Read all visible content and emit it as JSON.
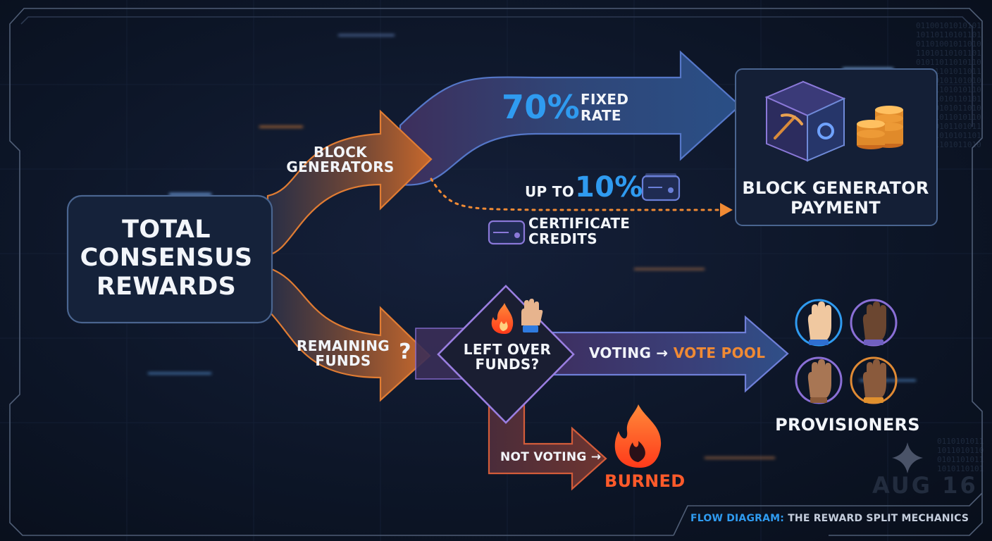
{
  "diagram": {
    "source": {
      "label": "TOTAL CONSENSUS REWARDS"
    },
    "branches": {
      "block_generators": "BLOCK GENERATORS",
      "remaining_funds": "REMAINING FUNDS",
      "remaining_symbol": "?"
    },
    "fixed": {
      "percent": "70%",
      "label": "FIXED RATE"
    },
    "variable": {
      "prefix": "UP TO",
      "percent": "10%",
      "label": "CERTIFICATE CREDITS"
    },
    "block_generator_payment": {
      "label": "BLOCK GENERATOR PAYMENT"
    },
    "decision": {
      "label": "LEFT OVER FUNDS?"
    },
    "voting": {
      "label": "VOTING →",
      "target": "VOTE POOL"
    },
    "not_voting": {
      "label": "NOT VOTING →",
      "target": "BURNED"
    },
    "provisioners": {
      "label": "PROVISIONERS"
    }
  },
  "footer": {
    "prefix": "FLOW DIAGRAM:",
    "title": "THE REWARD SPLIT MECHANICS"
  },
  "watermark": {
    "text": "AUG 16"
  },
  "colors": {
    "orange": "#f08a34",
    "blue": "#2f9bf0",
    "purple": "#8a6fd6",
    "burn_red": "#ff5a2a",
    "panel_border": "#4a6590"
  }
}
